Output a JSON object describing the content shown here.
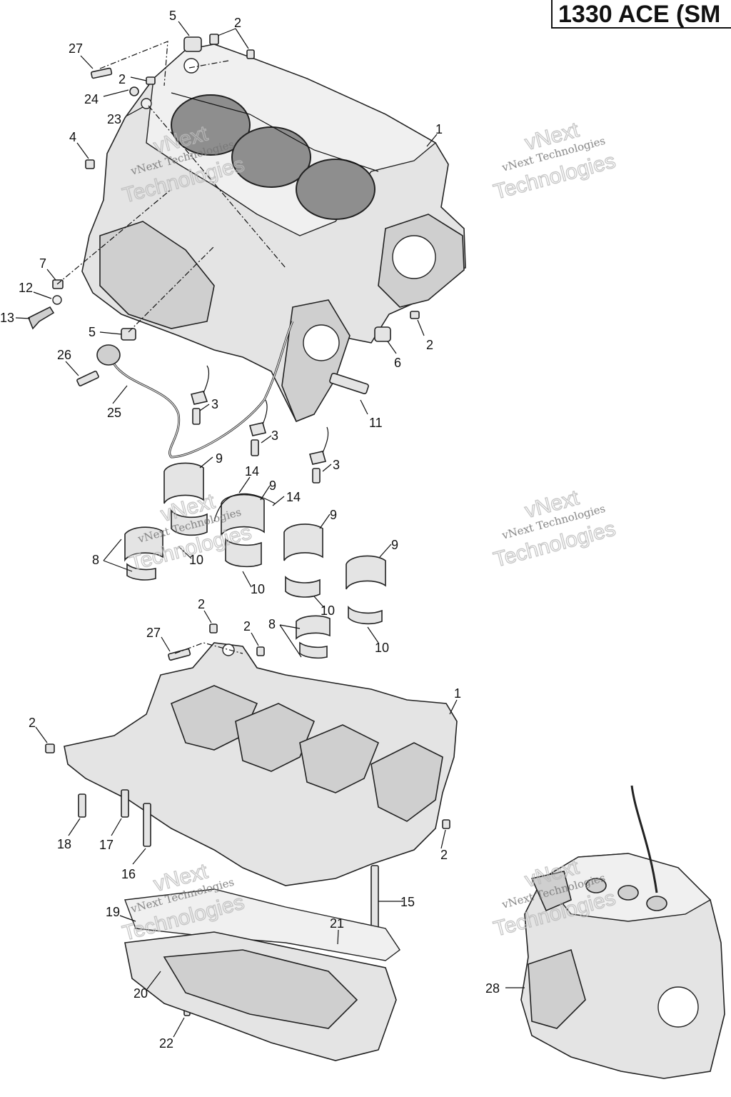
{
  "header": {
    "title": "1330 ACE (SM"
  },
  "watermark": {
    "line1": "vNext Technologies",
    "line2": "vNext",
    "line3": "Technologies"
  },
  "callouts": {
    "c5a": "5",
    "c2a": "2",
    "c27a": "27",
    "c2b": "2",
    "c24": "24",
    "c23": "23",
    "c4": "4",
    "c1a": "1",
    "c7": "7",
    "c12": "12",
    "c13": "13",
    "c5b": "5",
    "c2c": "2",
    "c6": "6",
    "c26": "26",
    "c25": "25",
    "c3a": "3",
    "c11": "11",
    "c3b": "3",
    "c3c": "3",
    "c9a": "9",
    "c14a": "14",
    "c9b": "9",
    "c14b": "14",
    "c9c": "9",
    "c8a": "8",
    "c10a": "10",
    "c10b": "10",
    "c9d": "9",
    "c10c": "10",
    "c10d": "10",
    "c2d": "2",
    "c27b": "27",
    "c2e": "2",
    "c8b": "8",
    "c1b": "1",
    "c2f": "2",
    "c18": "18",
    "c17": "17",
    "c16": "16",
    "c2g": "2",
    "c15": "15",
    "c19": "19",
    "c21": "21",
    "c20": "20",
    "c22": "22",
    "c28": "28"
  },
  "colors": {
    "line": "#111111",
    "part_fill": "#e4e4e4",
    "bore": "#8e8e8e",
    "background": "#ffffff"
  }
}
